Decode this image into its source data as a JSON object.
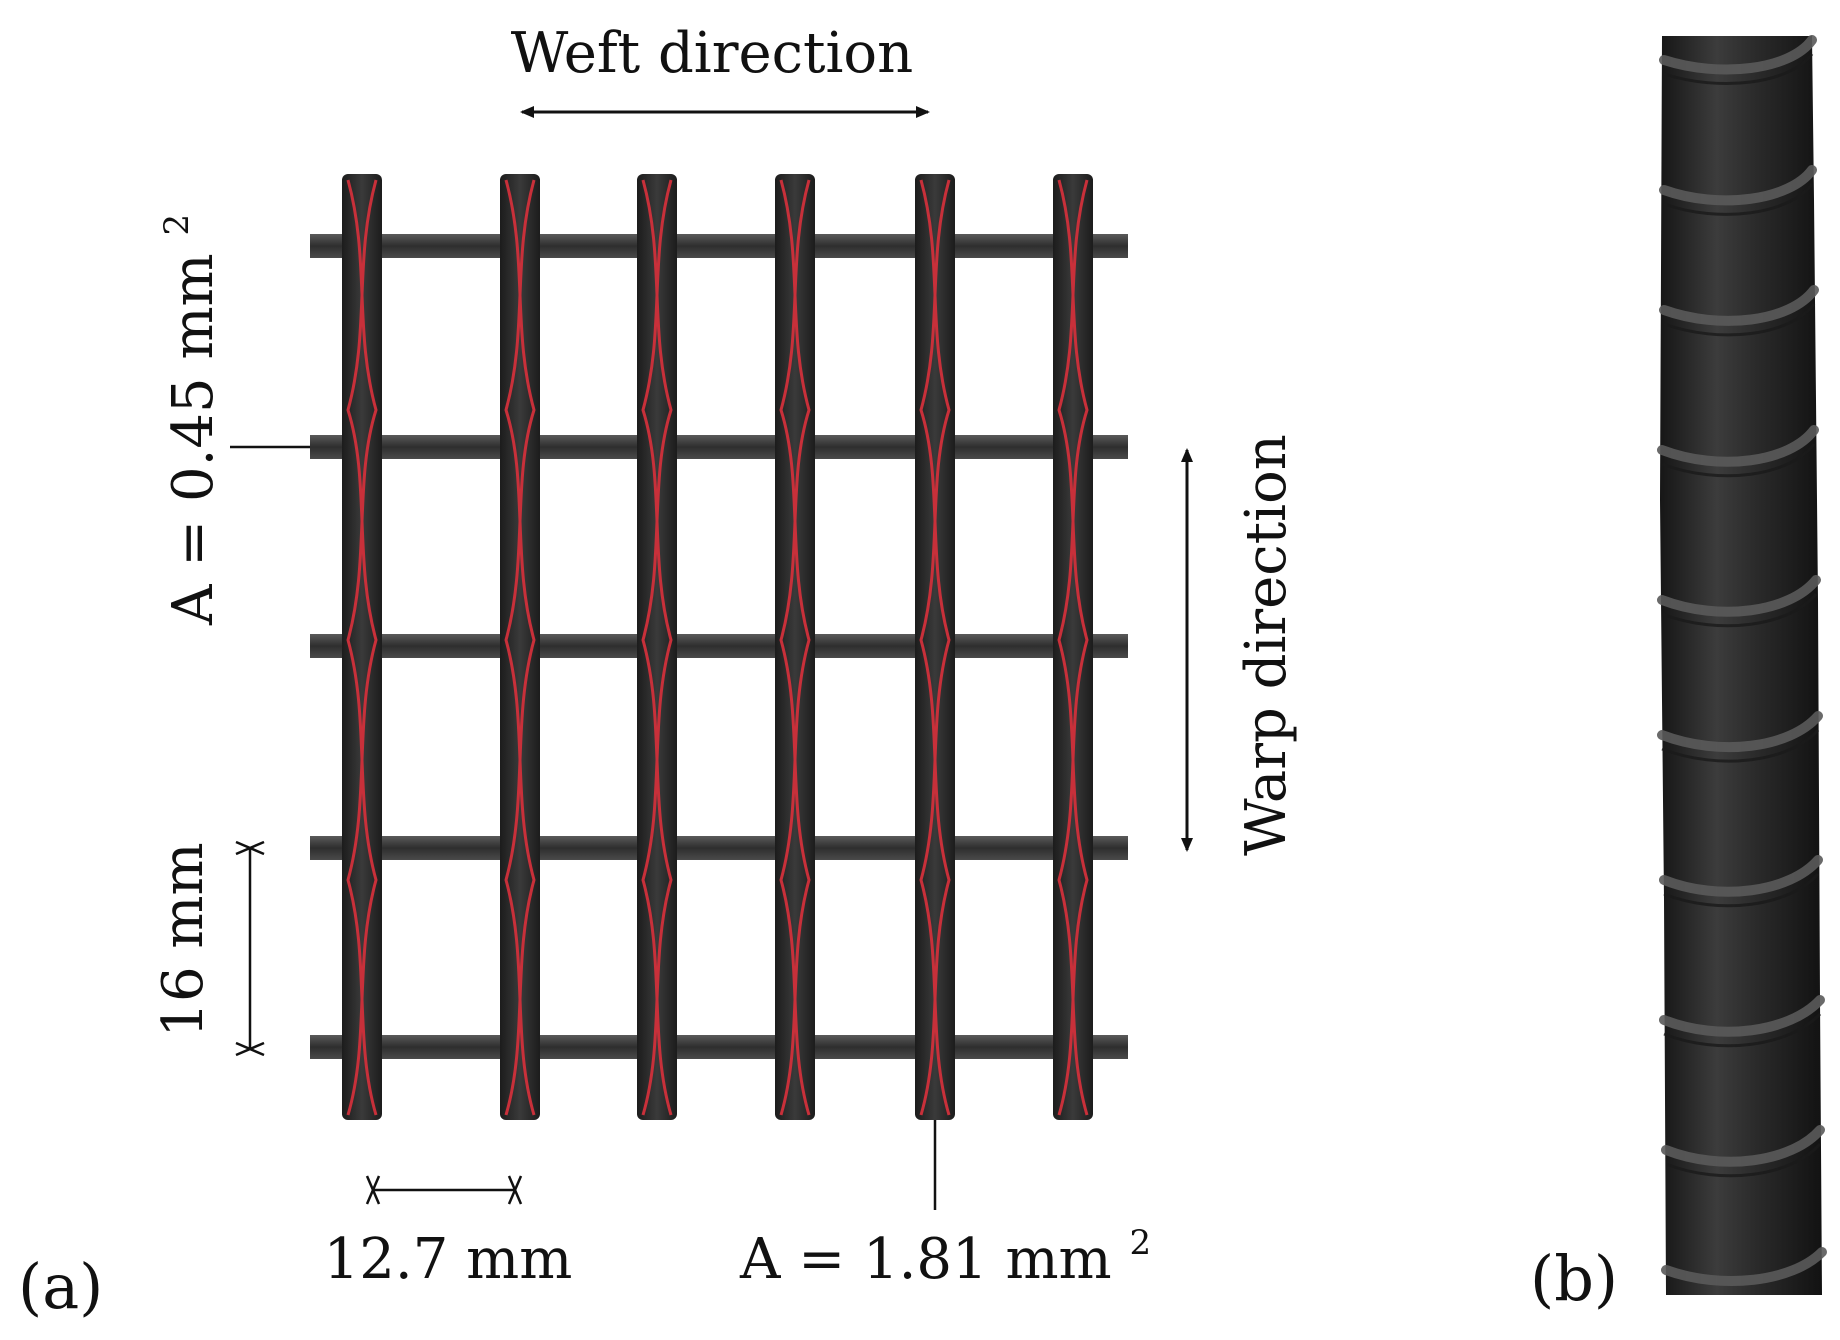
{
  "figure": {
    "panel_a": {
      "label": "(a)",
      "weft_direction": "Weft direction",
      "warp_direction": "Warp direction",
      "weft_area": "A = 0.45 mm",
      "weft_area_exp": "2",
      "warp_area": "A = 1.81 mm",
      "warp_area_exp": "2",
      "warp_spacing": "16 mm",
      "weft_spacing": "12.7 mm",
      "grid": {
        "warp_strands": 6,
        "weft_strands": 5
      }
    },
    "panel_b": {
      "label": "(b)"
    },
    "colors": {
      "fiber": "#2a2a2a",
      "stitch": "#c8303a",
      "rebar": "#2b2b2b",
      "rib": "#4a4a4a",
      "background": "#ffffff"
    }
  }
}
